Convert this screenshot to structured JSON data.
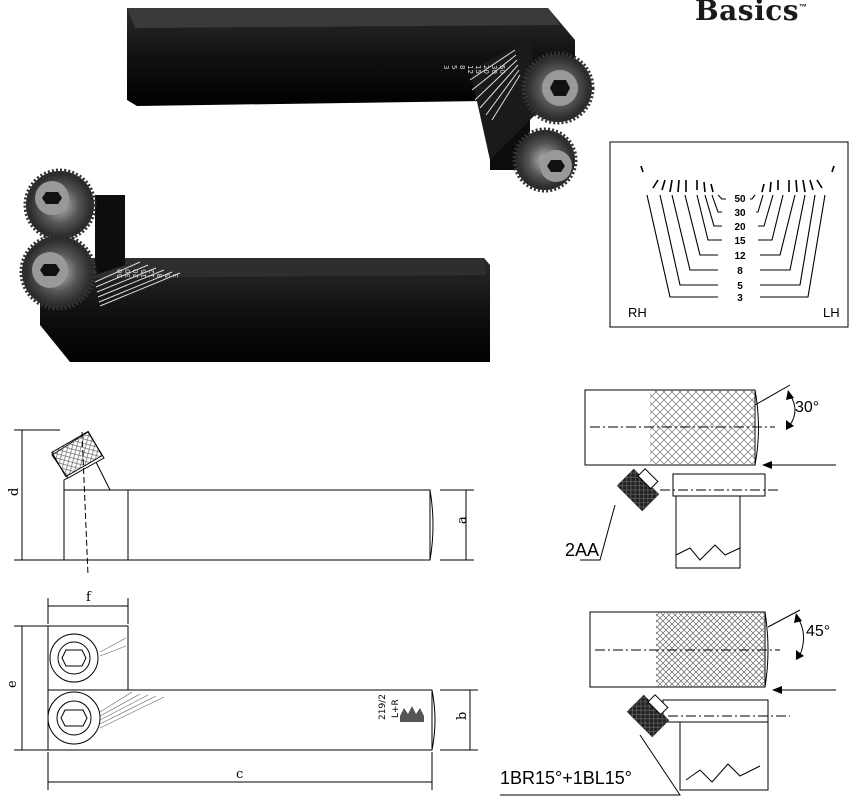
{
  "brand": {
    "name": "Basics",
    "tm": "™"
  },
  "tool_scale_labels": {
    "upper": [
      "50",
      "30",
      "20",
      "15",
      "12",
      "8",
      "5",
      "3"
    ],
    "lower": [
      "50",
      "30",
      "20",
      "15",
      "12",
      "8",
      "5",
      "3"
    ]
  },
  "pitch_chart": {
    "labels": [
      "50",
      "30",
      "20",
      "15",
      "12",
      "8",
      "5",
      "3"
    ],
    "left_label": "RH",
    "right_label": "LH"
  },
  "dimensions": {
    "side_view": {
      "height": "d",
      "shank": "a"
    },
    "top_view": {
      "head": "e",
      "offset": "f",
      "shank": "b",
      "length": "c",
      "marking_line1": "219/2",
      "marking_line2": "L+R"
    }
  },
  "knurl_examples": [
    {
      "angle": "30°",
      "pattern": "2AA"
    },
    {
      "angle": "45°",
      "pattern": "1BR15°+1BL15°"
    }
  ]
}
